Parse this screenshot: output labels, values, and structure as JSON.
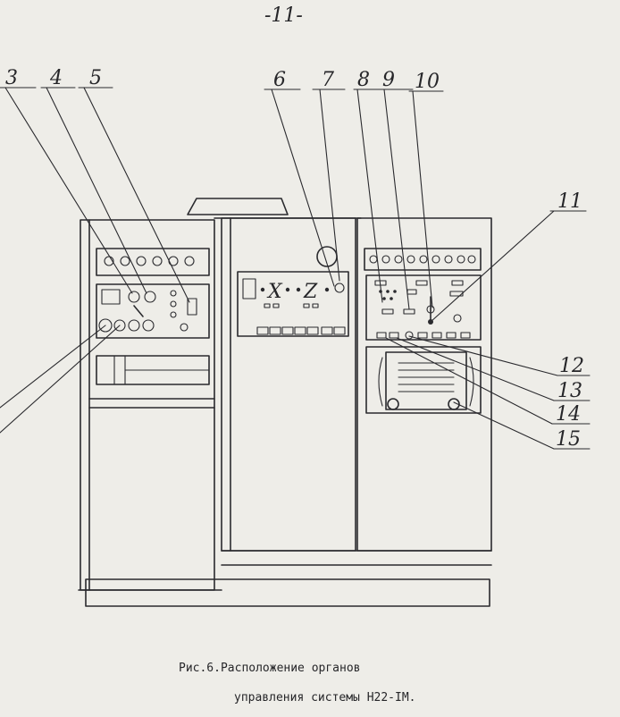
{
  "page_number": "-11-",
  "callouts": [
    "3",
    "4",
    "5",
    "6",
    "7",
    "8",
    "9",
    "10",
    "11",
    "12",
    "13",
    "14",
    "15"
  ],
  "panel_letters": {
    "x_axis": "X",
    "z_axis": "Z"
  },
  "caption": {
    "line1": "Рис.6.Расположение органов",
    "line2": "управления системы Н22-IМ."
  }
}
